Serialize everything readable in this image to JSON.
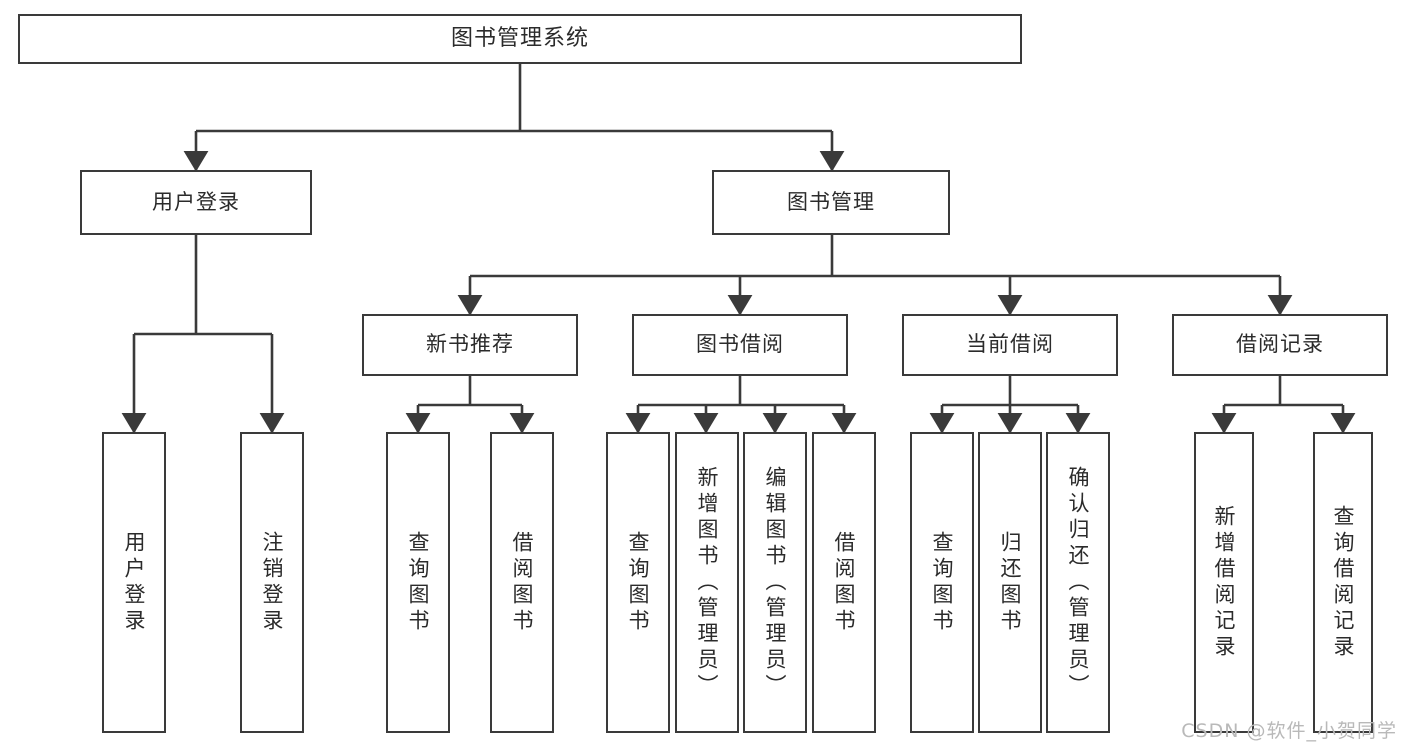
{
  "diagram": {
    "title": "图书管理系统",
    "type": "tree",
    "watermark": "CSDN @软件_小贺同学",
    "colors": {
      "stroke": "#3a3a3a",
      "fill": "#ffffff",
      "text": "#2b2b2b",
      "watermark": "#b9b9b9"
    },
    "nodes": {
      "root": "图书管理系统",
      "level2": [
        "用户登录",
        "图书管理"
      ],
      "level3": [
        "新书推荐",
        "图书借阅",
        "当前借阅",
        "借阅记录"
      ],
      "leaves": {
        "user_login": [
          "用户登录",
          "注销登录"
        ],
        "new_book": [
          "查询图书",
          "借阅图书"
        ],
        "book_borrow": [
          "查询图书",
          "新增图书（管理员）",
          "编辑图书（管理员）",
          "借阅图书"
        ],
        "current_borrow": [
          "查询图书",
          "归还图书",
          "确认归还（管理员）"
        ],
        "borrow_record": [
          "新增借阅记录",
          "查询借阅记录"
        ]
      }
    }
  }
}
